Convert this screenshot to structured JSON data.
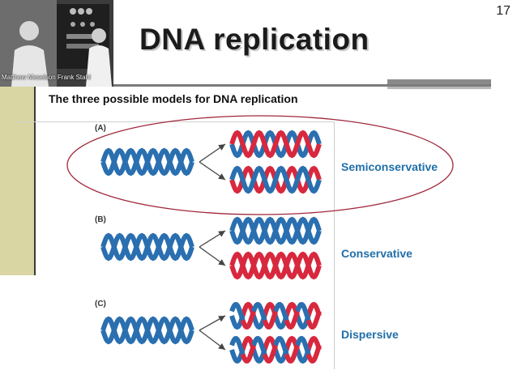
{
  "slide": {
    "title": "DNA replication",
    "page_number": "17",
    "photo_caption": "Matthew Meselson Frank Stahl",
    "subtitle": "The three possible models for DNA replication"
  },
  "models": [
    {
      "panel": "(A)",
      "name": "Semiconservative",
      "top_strands": [
        "blue",
        "red"
      ],
      "bottom_strands": [
        "red",
        "blue"
      ],
      "highlighted": true
    },
    {
      "panel": "(B)",
      "name": "Conservative",
      "top_strands": [
        "blue",
        "blue"
      ],
      "bottom_strands": [
        "red",
        "red"
      ],
      "highlighted": false
    },
    {
      "panel": "(C)",
      "name": "Dispersive",
      "top_strands": [
        "mixed",
        "mixed"
      ],
      "bottom_strands": [
        "mixed",
        "mixed"
      ],
      "highlighted": false
    }
  ],
  "colors": {
    "blue": "#2a6fb0",
    "red": "#d8283e",
    "label": "#1f6fa8",
    "ellipse": "#a0283c",
    "band": "#d9d6a3"
  }
}
